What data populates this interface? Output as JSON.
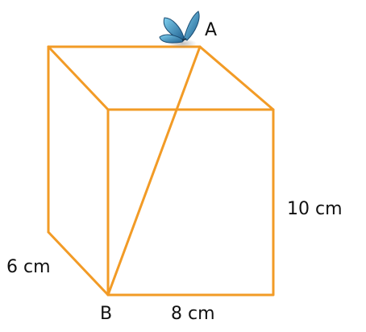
{
  "diagram": {
    "vertex_a_label": "A",
    "vertex_b_label": "B",
    "height_label": "10 cm",
    "depth_label": "6 cm",
    "width_label": "8 cm",
    "edge_color": "#f29b26",
    "butterfly_color": "#3a8fbf",
    "icon": "butterfly-icon"
  }
}
